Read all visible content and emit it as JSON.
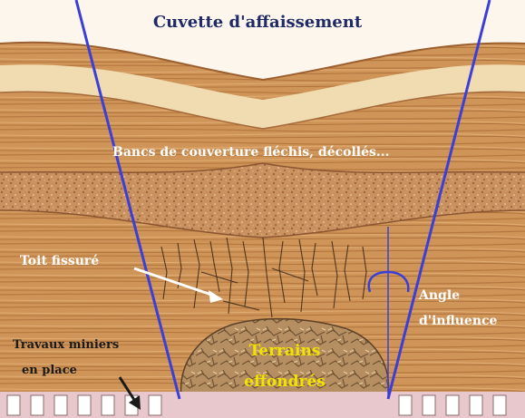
{
  "labels": {
    "title": "Cuvette d'affaissement",
    "cover_banks": "Bancs de couverture fléchis, décollés...",
    "cracked_roof": "Toit fissuré",
    "influence_angle_line1": "Angle",
    "influence_angle_line2": "d'influence",
    "mine_works_line1": "Travaux miniers",
    "mine_works_line2": "en place",
    "collapsed_line1": "Terrains",
    "collapsed_line2": "effondrés"
  },
  "colors": {
    "sky": "#fdf6ec",
    "wood_light": "#d9a56b",
    "wood_mid": "#c98c4e",
    "wood_dark": "#a8683a",
    "cream_band": "#f0dcb0",
    "speckled_band": "#c08a55",
    "rubble": "#b08a5e",
    "influence_line": "#3b3fd8",
    "title_text": "#1f2a66",
    "white_text": "#ffffff",
    "yellow_text": "#f2e200",
    "dark_text": "#1a1a1a",
    "pillar": "#e8c8cc"
  }
}
